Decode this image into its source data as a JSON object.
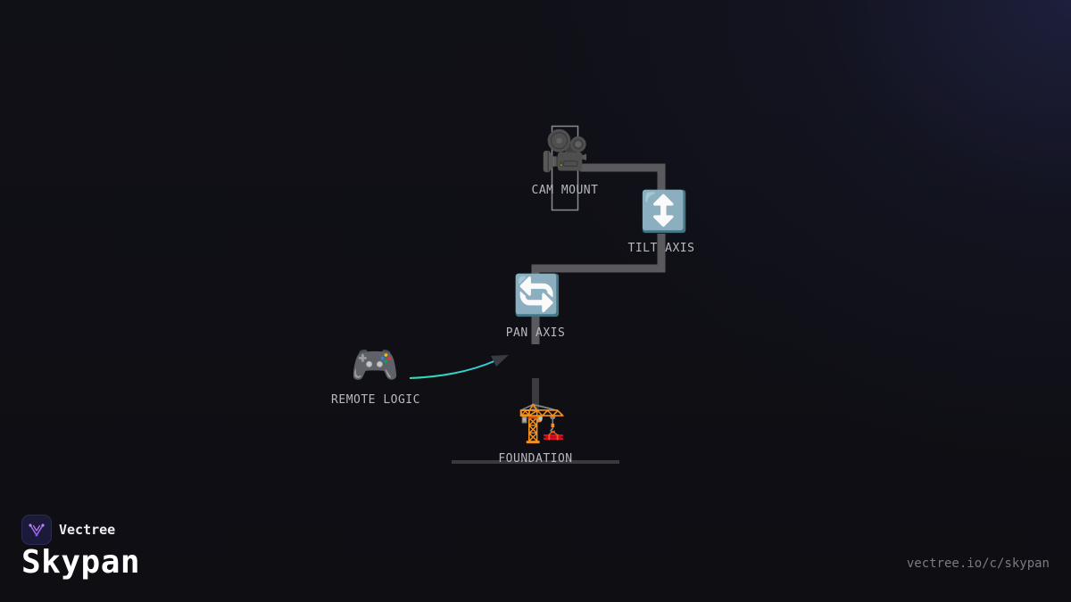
{
  "nodes": {
    "cam_mount": {
      "label": "CAM MOUNT",
      "icon": "movie-camera-icon",
      "glyph": "🎥"
    },
    "tilt_axis": {
      "label": "TILT AXIS",
      "icon": "up-down-arrow-icon",
      "glyph": "↕️"
    },
    "pan_axis": {
      "label": "PAN AXIS",
      "icon": "rotate-arrows-icon",
      "glyph": "🔄"
    },
    "remote_logic": {
      "label": "REMOTE LOGIC",
      "icon": "game-controller-icon",
      "glyph": "🎮"
    },
    "foundation": {
      "label": "FOUNDATION",
      "icon": "construction-crane-icon",
      "glyph": "🏗️"
    }
  },
  "colors": {
    "link": "#5a5a5e",
    "signal": "#2fd8b8",
    "frame": "#8a8a90"
  },
  "footer": {
    "brand_name": "Vectree",
    "project_title": "Skypan",
    "url": "vectree.io/c/skypan"
  }
}
